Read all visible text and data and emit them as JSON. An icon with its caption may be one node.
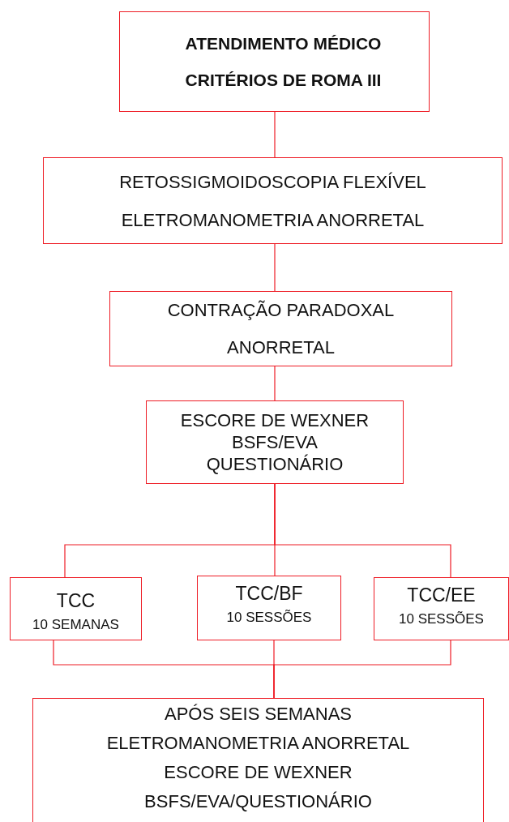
{
  "diagram": {
    "nodes": [
      {
        "text": [
          "ATENDIMENTO MÉDICO",
          "CRITÉRIOS DE ROMA III"
        ]
      },
      {
        "text": [
          "RETOSSIGMOIDOSCOPIA FLEXÍVEL",
          "ELETROMANOMETRIA ANORRETAL"
        ]
      },
      {
        "text": [
          "CONTRAÇÃO PARADOXAL ANORRETAL"
        ]
      },
      {
        "text": [
          "ESCORE DE WEXNER",
          "BSFS/EVA",
          "QUESTIONÁRIO"
        ]
      },
      {
        "text": [
          "TCC",
          "10 SEMANAS"
        ]
      },
      {
        "text": [
          "TCC/BF",
          "10 SESSÕES"
        ]
      },
      {
        "text": [
          "TCC/EE",
          "10 SESSÕES"
        ]
      },
      {
        "text": [
          "APÓS SEIS SEMANAS",
          "ELETROMANOMETRIA ANORRETAL",
          "ESCORE DE WEXNER",
          "BSFS/EVA/QUESTIONÁRIO"
        ]
      }
    ],
    "edges": [
      {
        "from": 0,
        "to": 1,
        "arrow": "none"
      },
      {
        "from": 1,
        "to": 2,
        "arrow": "none"
      },
      {
        "from": 2,
        "to": 3,
        "arrow": "none"
      },
      {
        "from": 3,
        "to": 4,
        "arrow": "none"
      },
      {
        "from": 3,
        "to": 5,
        "arrow": "none"
      },
      {
        "from": 3,
        "to": 6,
        "arrow": "none"
      },
      {
        "from": 4,
        "to": 7,
        "arrow": "none"
      },
      {
        "from": 5,
        "to": 7,
        "arrow": "none"
      },
      {
        "from": 6,
        "to": 7,
        "arrow": "none"
      }
    ]
  }
}
